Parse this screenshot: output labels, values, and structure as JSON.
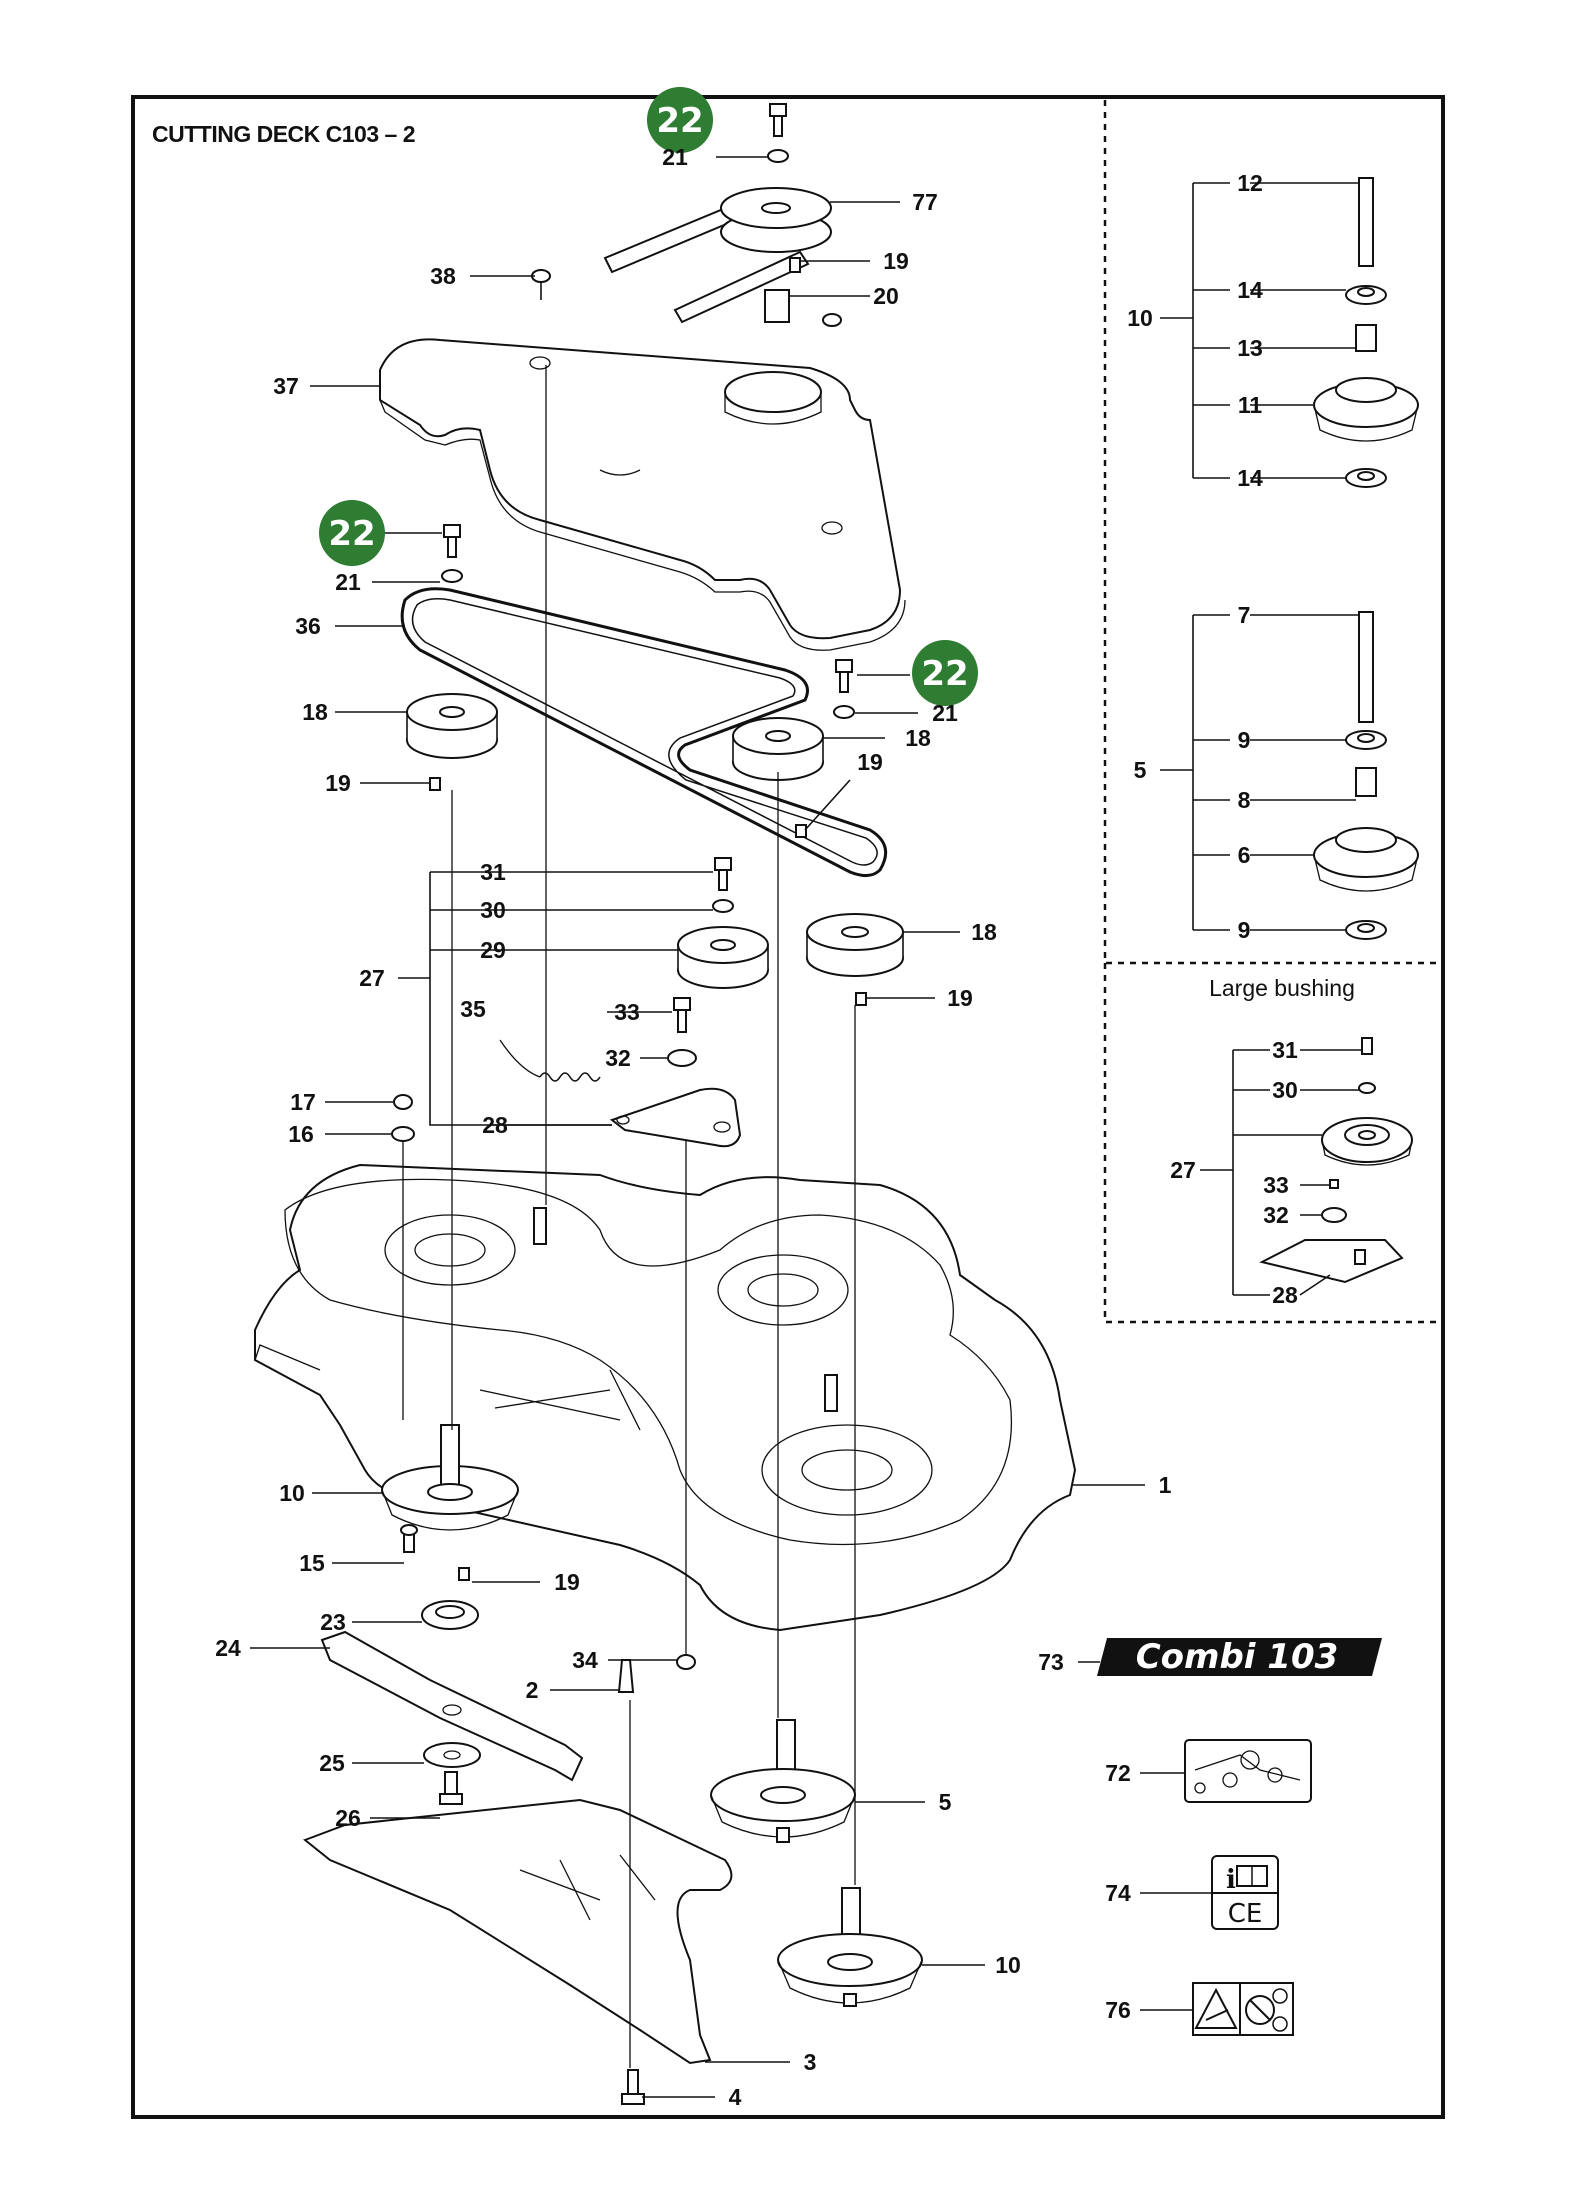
{
  "title": "CUTTING DECK C103 – 2",
  "large_bushing_label": "Large bushing",
  "callouts": [
    "22",
    "22",
    "22"
  ],
  "logo_text": "Combi 103",
  "colors": {
    "callout_green": "#2e7d32",
    "ink": "#111111",
    "logo_bg": "#111111"
  },
  "parts": {
    "p22": "22",
    "p21": "21",
    "p77": "77",
    "p19": "19",
    "p20": "20",
    "p38": "38",
    "p37": "37",
    "p36": "36",
    "p18": "18",
    "p31": "31",
    "p30": "30",
    "p29": "29",
    "p27": "27",
    "p35": "35",
    "p33": "33",
    "p32": "32",
    "p17": "17",
    "p16": "16",
    "p28": "28",
    "p1": "1",
    "p10": "10",
    "p15": "15",
    "p23": "23",
    "p24": "24",
    "p34": "34",
    "p2": "2",
    "p25": "25",
    "p26": "26",
    "p5": "5",
    "p3": "3",
    "p4": "4",
    "p73": "73",
    "p72": "72",
    "p74": "74",
    "p76": "76",
    "p12": "12",
    "p14": "14",
    "p13": "13",
    "p11": "11",
    "p7": "7",
    "p9": "9",
    "p8": "8",
    "p6": "6"
  },
  "icons": [
    "ce-mark-icon",
    "manual-book-icon",
    "warning-triangle-icon",
    "no-hands-icon",
    "belt-routing-decal-icon"
  ],
  "ce_text": "CE"
}
